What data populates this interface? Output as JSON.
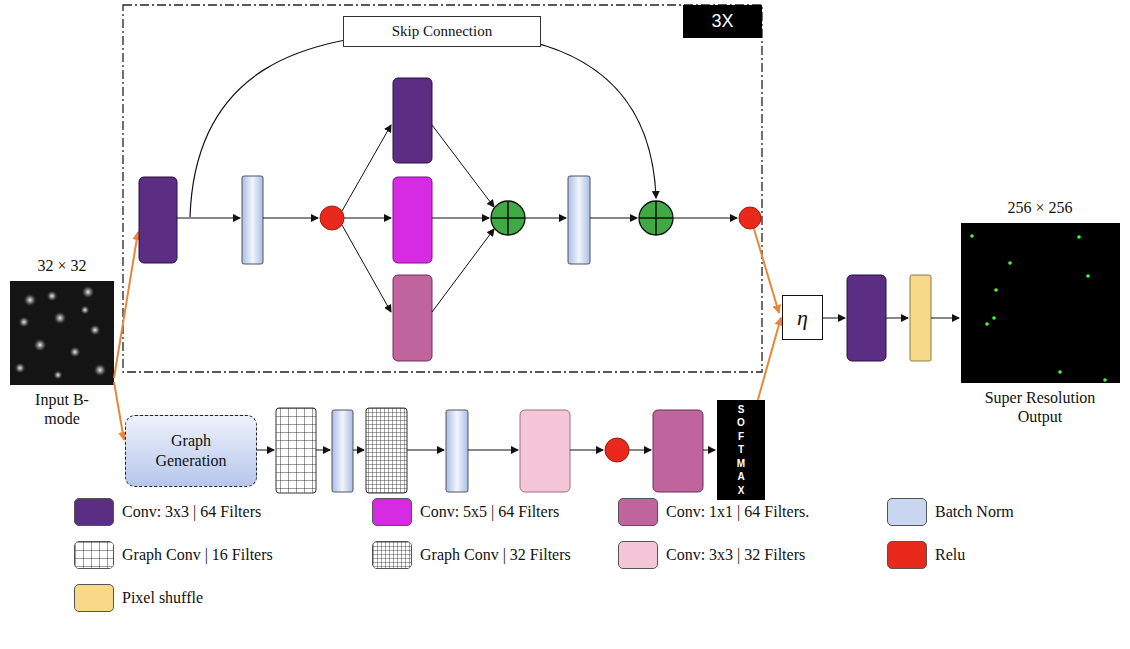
{
  "diagram": {
    "nodes": [
      {
        "text": [
          "3X"
        ]
      },
      {
        "text": [
          "Skip Connection"
        ]
      },
      {
        "text": [
          "Graph Generation"
        ]
      },
      {
        "text": [
          "SOFTMAX"
        ]
      },
      {
        "text": [
          "η"
        ]
      }
    ],
    "edges": [
      {
        "from": 3,
        "to": 4,
        "arrow": "to"
      }
    ],
    "labels": [
      "32 × 32",
      "Input B-mode",
      "256 × 256",
      "Super Resolution Output"
    ],
    "legend": [
      {
        "text": "Conv: 3x3 | 64 Filters",
        "color": "#5b2d83"
      },
      {
        "text": "Conv: 5x5 | 64 Filters",
        "color": "#d72be3"
      },
      {
        "text": "Conv: 1x1 | 64 Filters.",
        "color": "#c0649e"
      },
      {
        "text": "Batch Norm",
        "color": "#c9d6ef"
      },
      {
        "text": "Graph Conv | 16 Filters"
      },
      {
        "text": "Graph Conv | 32 Filters"
      },
      {
        "text": "Conv: 3x3 | 32 Filters",
        "color": "#f5c6d8"
      },
      {
        "text": "Relu",
        "color": "#e8291c"
      },
      {
        "text": "Pixel shuffle",
        "color": "#f8d98a"
      }
    ]
  }
}
